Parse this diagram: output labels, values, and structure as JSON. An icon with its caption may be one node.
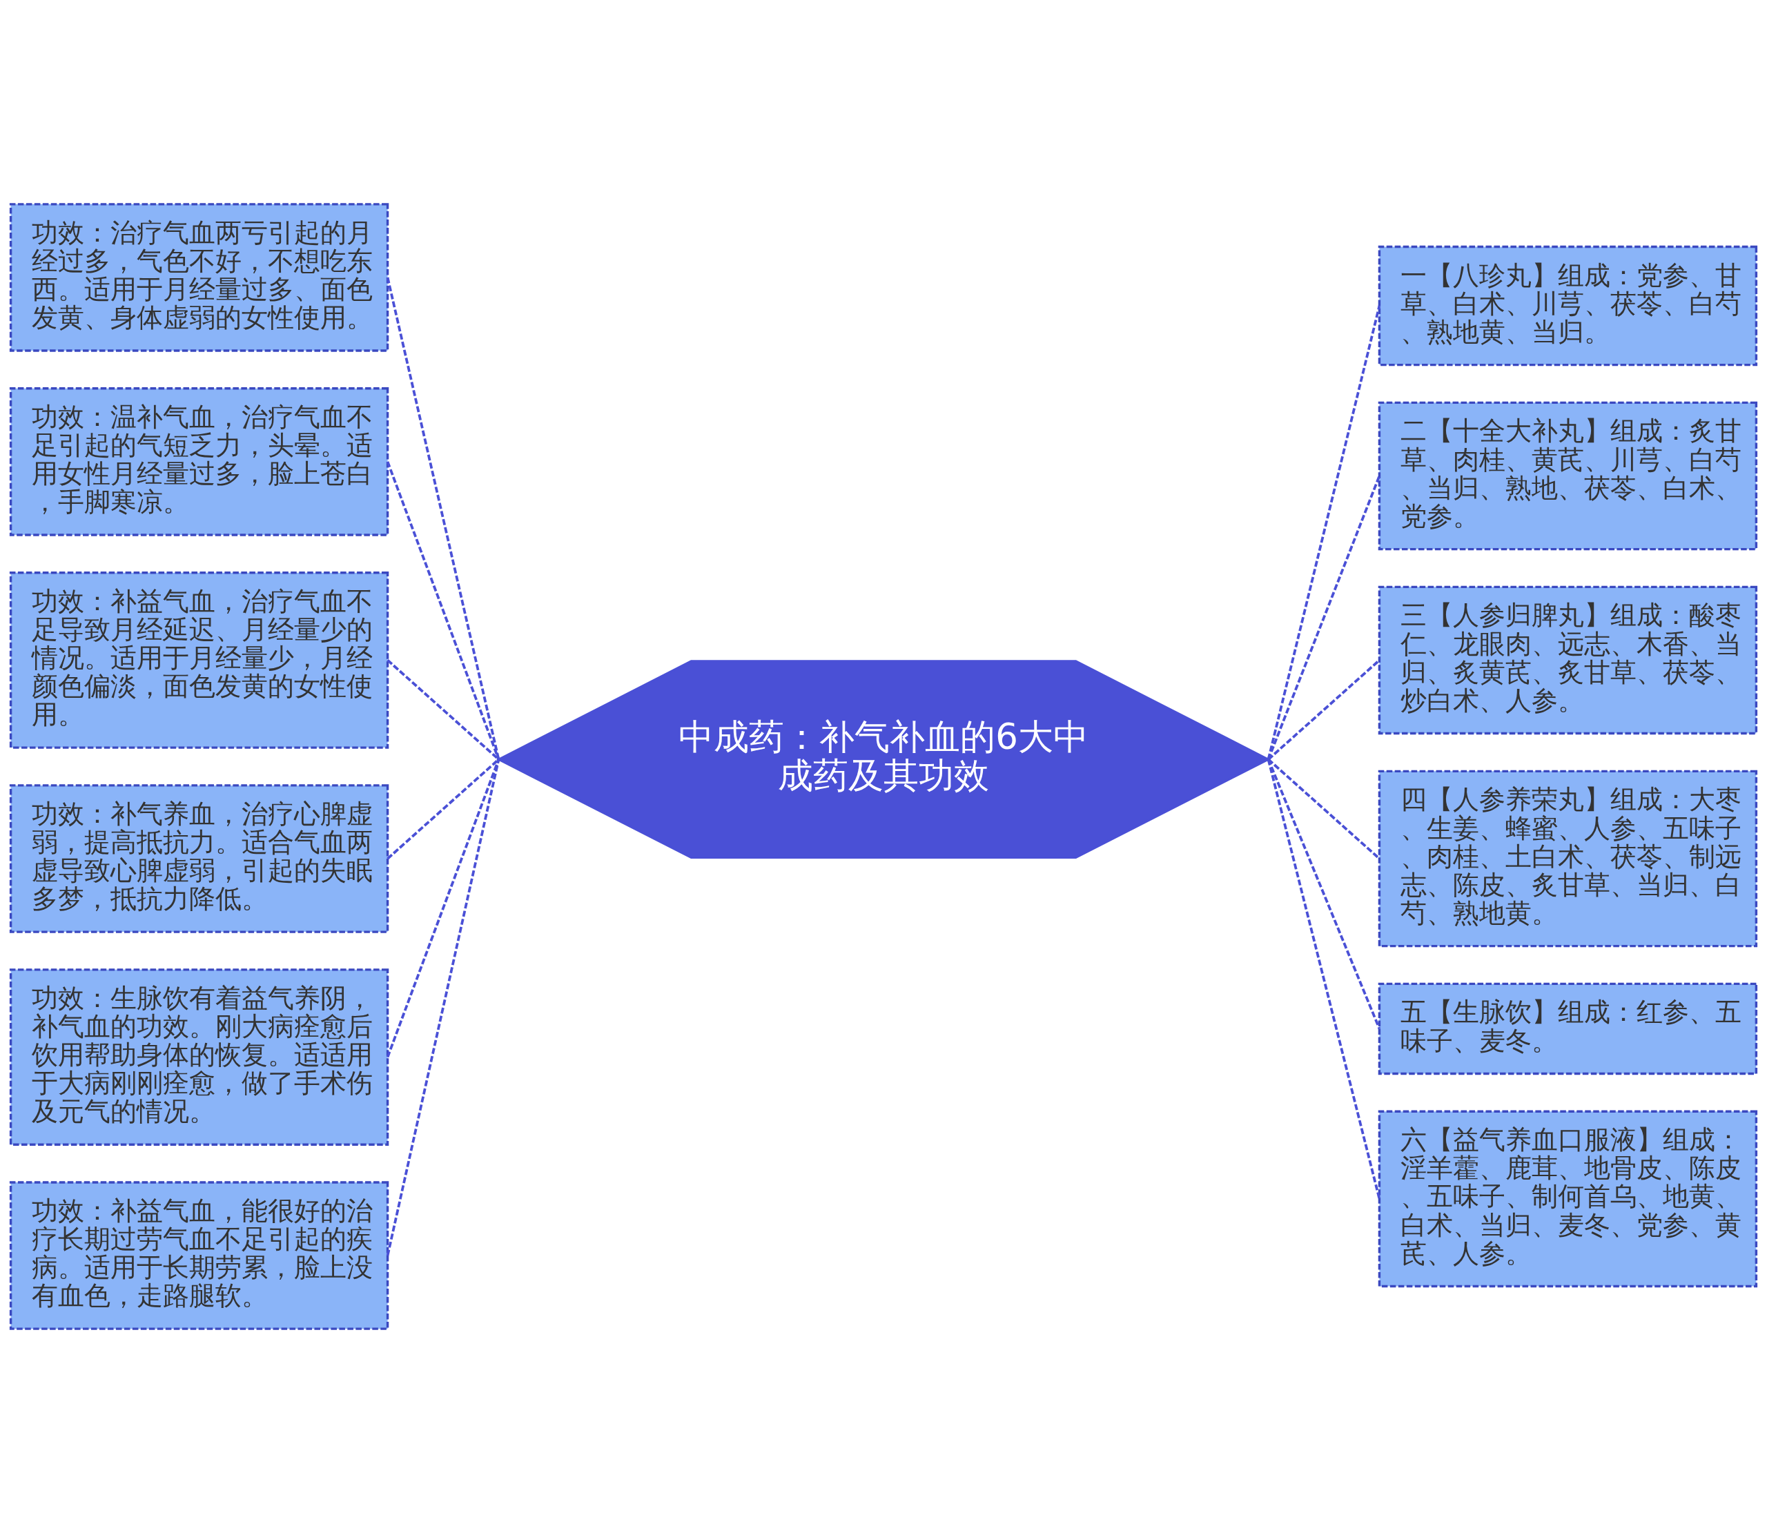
{
  "diagram": {
    "nodes": [
      {
        "text": [
          "中成药：补气补血的6大中成药及其功效"
        ]
      },
      {
        "text": [
          "功效：治疗气血两亏引起的月经过多，气色不好，不想吃东西。适用于月经量过多、面色发黄、身体虚弱的女性使用。"
        ]
      },
      {
        "text": [
          "功效：温补气血，治疗气血不足引起的气短乏力，头晕。适用女性月经量过多，脸上苍白，手脚寒凉。"
        ]
      },
      {
        "text": [
          "功效：补益气血，治疗气血不足导致月经延迟、月经量少的情况。适用于月经量少，月经颜色偏淡，面色发黄的女性使用。"
        ]
      },
      {
        "text": [
          "功效：补气养血，治疗心脾虚弱，提高抵抗力。适合气血两虚导致心脾虚弱，引起的失眠多梦，抵抗力降低。"
        ]
      },
      {
        "text": [
          "功效：生脉饮有着益气养阴，补气血的功效。刚大病痊愈后饮用帮助身体的恢复。适适用于大病刚刚痊愈，做了手术伤及元气的情况。"
        ]
      },
      {
        "text": [
          "功效：补益气血，能很好的治疗长期过劳气血不足引起的疾病。适用于长期劳累，脸上没有血色，走路腿软。"
        ]
      },
      {
        "text": [
          "一【八珍丸】组成：党参、甘草、白术、川芎、茯苓、白芍、熟地黄、当归。"
        ]
      },
      {
        "text": [
          "二【十全大补丸】组成：炙甘草、肉桂、黄芪、川芎、白芍、当归、熟地、茯苓、白术、党参。"
        ]
      },
      {
        "text": [
          "三【人参归脾丸】组成：酸枣仁、龙眼肉、远志、木香、当归、炙黄芪、炙甘草、茯苓、炒白术、人参。"
        ]
      },
      {
        "text": [
          "四【人参养荣丸】组成：大枣、生姜、蜂蜜、人参、五味子、肉桂、土白术、茯苓、制远志、陈皮、炙甘草、当归、白芍、熟地黄。"
        ]
      },
      {
        "text": [
          "五【生脉饮】组成：红参、五味子、麦冬。"
        ]
      },
      {
        "text": [
          "六【益气养血口服液】组成：淫羊藿、鹿茸、地骨皮、陈皮、五味子、制何首乌、地黄、白术、当归、麦冬、党参、黄芪、人参。"
        ]
      }
    ],
    "edges": [
      {
        "from": 0,
        "to": 1,
        "arrow": "none",
        "style": "dashed"
      },
      {
        "from": 0,
        "to": 2,
        "arrow": "none",
        "style": "dashed"
      },
      {
        "from": 0,
        "to": 3,
        "arrow": "none",
        "style": "dashed"
      },
      {
        "from": 0,
        "to": 4,
        "arrow": "none",
        "style": "dashed"
      },
      {
        "from": 0,
        "to": 5,
        "arrow": "none",
        "style": "dashed"
      },
      {
        "from": 0,
        "to": 6,
        "arrow": "none",
        "style": "dashed"
      },
      {
        "from": 0,
        "to": 7,
        "arrow": "none",
        "style": "dashed"
      },
      {
        "from": 0,
        "to": 8,
        "arrow": "none",
        "style": "dashed"
      },
      {
        "from": 0,
        "to": 9,
        "arrow": "none",
        "style": "dashed"
      },
      {
        "from": 0,
        "to": 10,
        "arrow": "none",
        "style": "dashed"
      },
      {
        "from": 0,
        "to": 11,
        "arrow": "none",
        "style": "dashed"
      },
      {
        "from": 0,
        "to": 12,
        "arrow": "none",
        "style": "dashed"
      }
    ]
  }
}
